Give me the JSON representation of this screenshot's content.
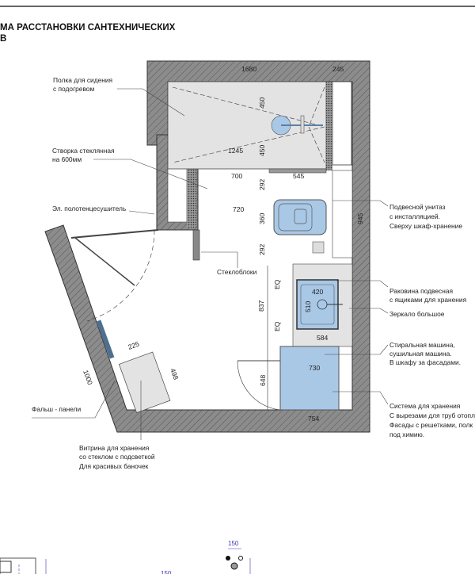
{
  "title": {
    "line1": "МА РАССТАНОВКИ САНТЕХНИЧЕСКИХ",
    "line2": "В"
  },
  "callouts": {
    "shelf": [
      "Полка для сидения",
      "с подогревом"
    ],
    "glass_door": [
      "Створка стеклянная",
      "на 600мм"
    ],
    "towel_dryer": [
      "Эл. полотенцесушитель"
    ],
    "glass_blocks": [
      "Стеклоблоки"
    ],
    "toilet": [
      "Подвесной унитаз",
      "с инсталляцией.",
      "Сверху шкаф-хранение"
    ],
    "sink": [
      "Раковина подвесная",
      "с ящиками для хранения"
    ],
    "mirror": [
      "Зеркало большое"
    ],
    "washer": [
      "Стиральная машина,",
      "сушильная машина.",
      "В шкафу за фасадами."
    ],
    "storage": [
      "Система для хранения",
      "С вырезами для труб отопл",
      "Фасады с решетками, полк",
      "под химию."
    ],
    "false_panels": [
      "Фальш - панели"
    ],
    "showcase": [
      "Витрина для хранения",
      "со стеклом с подсветкой",
      "Для красивых баночек"
    ]
  },
  "dimensions": {
    "d1680": "1680",
    "d245": "245",
    "d450a": "450",
    "d450b": "450",
    "d1245": "1245",
    "d700": "700",
    "d545": "545",
    "d292a": "292",
    "d720": "720",
    "d360": "360",
    "d945": "945",
    "d292b": "292",
    "eq1": "EQ",
    "eq2": "EQ",
    "d837": "837",
    "d420": "420",
    "d510": "510",
    "d584": "584",
    "d730": "730",
    "d648": "648",
    "d754": "754",
    "d225": "225",
    "d498": "498",
    "d1000": "1000"
  },
  "detail_dims": {
    "a": "150",
    "b": "150"
  },
  "colors": {
    "fixture_blue": "#a9c8e6",
    "wall_gray": "#8a8a8a",
    "floor_gray": "#e3e3e3",
    "dim_blue": "#3b36b5"
  }
}
